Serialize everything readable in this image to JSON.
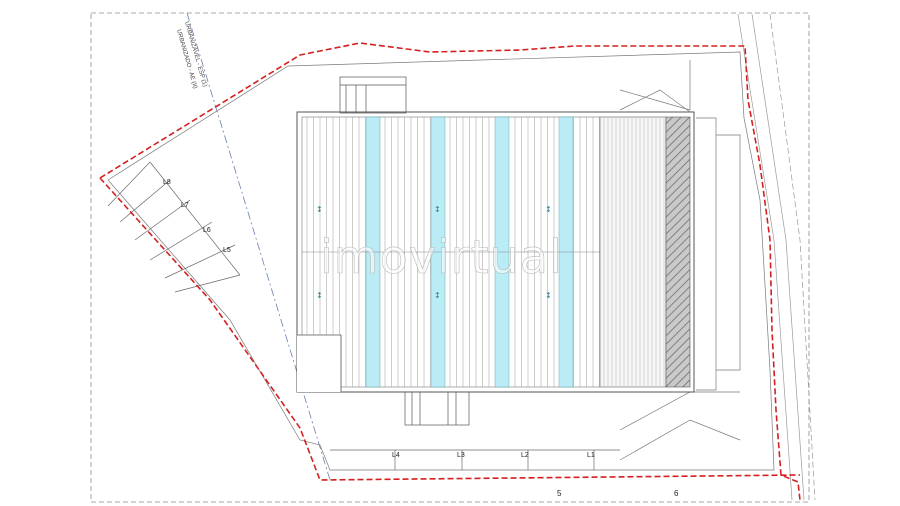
{
  "zone_labels": {
    "upper": "URBANIZÁVEL - ESP (1)",
    "lower": "URBANIZADO - AE (II)"
  },
  "parking_side": [
    "L8",
    "L7",
    "L6",
    "L5"
  ],
  "parking_bottom": [
    "L4",
    "L3",
    "L2",
    "L1"
  ],
  "bottom_marks": [
    "5",
    "6"
  ],
  "watermark": "imovirtual",
  "colors": {
    "boundary": "#d42020",
    "skylight": "#b9ecf4",
    "hatch": "#8a8a8a",
    "lines": "#555555"
  }
}
